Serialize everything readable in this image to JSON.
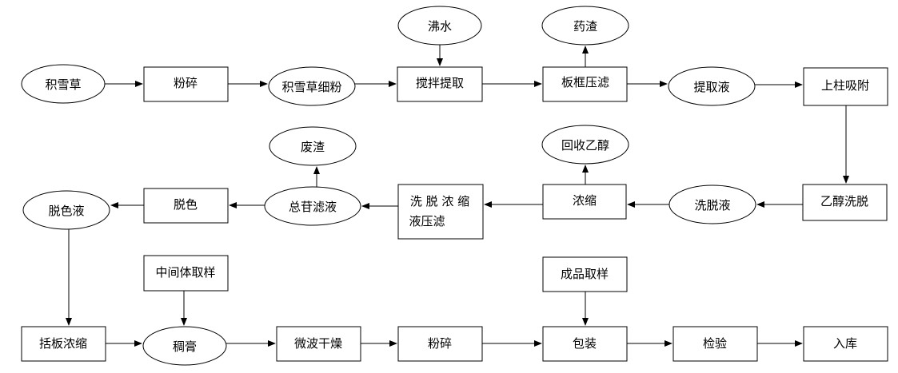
{
  "nodes": {
    "jixuecao": "积雪草",
    "fensui_1": "粉碎",
    "jixuecao_xifen": "积雪草细粉",
    "feishui": "沸水",
    "jiaoban_tiqu": "搅拌提取",
    "yaozha": "药渣",
    "bankuang_yalv": "板框压滤",
    "tiquye": "提取液",
    "shangzhu_xifu": "上柱吸附",
    "yichun_xituo": "乙醇洗脱",
    "xituoye": "洗脱液",
    "nongsuo": "浓缩",
    "huishou_yichun": "回收乙醇",
    "xituo_nongsuo_line1": "洗 脱 浓 缩",
    "xituo_nongsuo_line2": "液压滤",
    "feizha": "废渣",
    "zonggan_lvye": "总苷滤液",
    "tuose": "脱色",
    "tuoseye": "脱色液",
    "guaban_nongsuo": "括板浓缩",
    "zhongjianti_quyang": "中间体取样",
    "chougao": "稠膏",
    "weibo_ganzao": "微波干燥",
    "fensui_2": "粉碎",
    "chengpin_quyang": "成品取样",
    "baozhuang": "包装",
    "jianyan": "检验",
    "ruku": "入库"
  }
}
